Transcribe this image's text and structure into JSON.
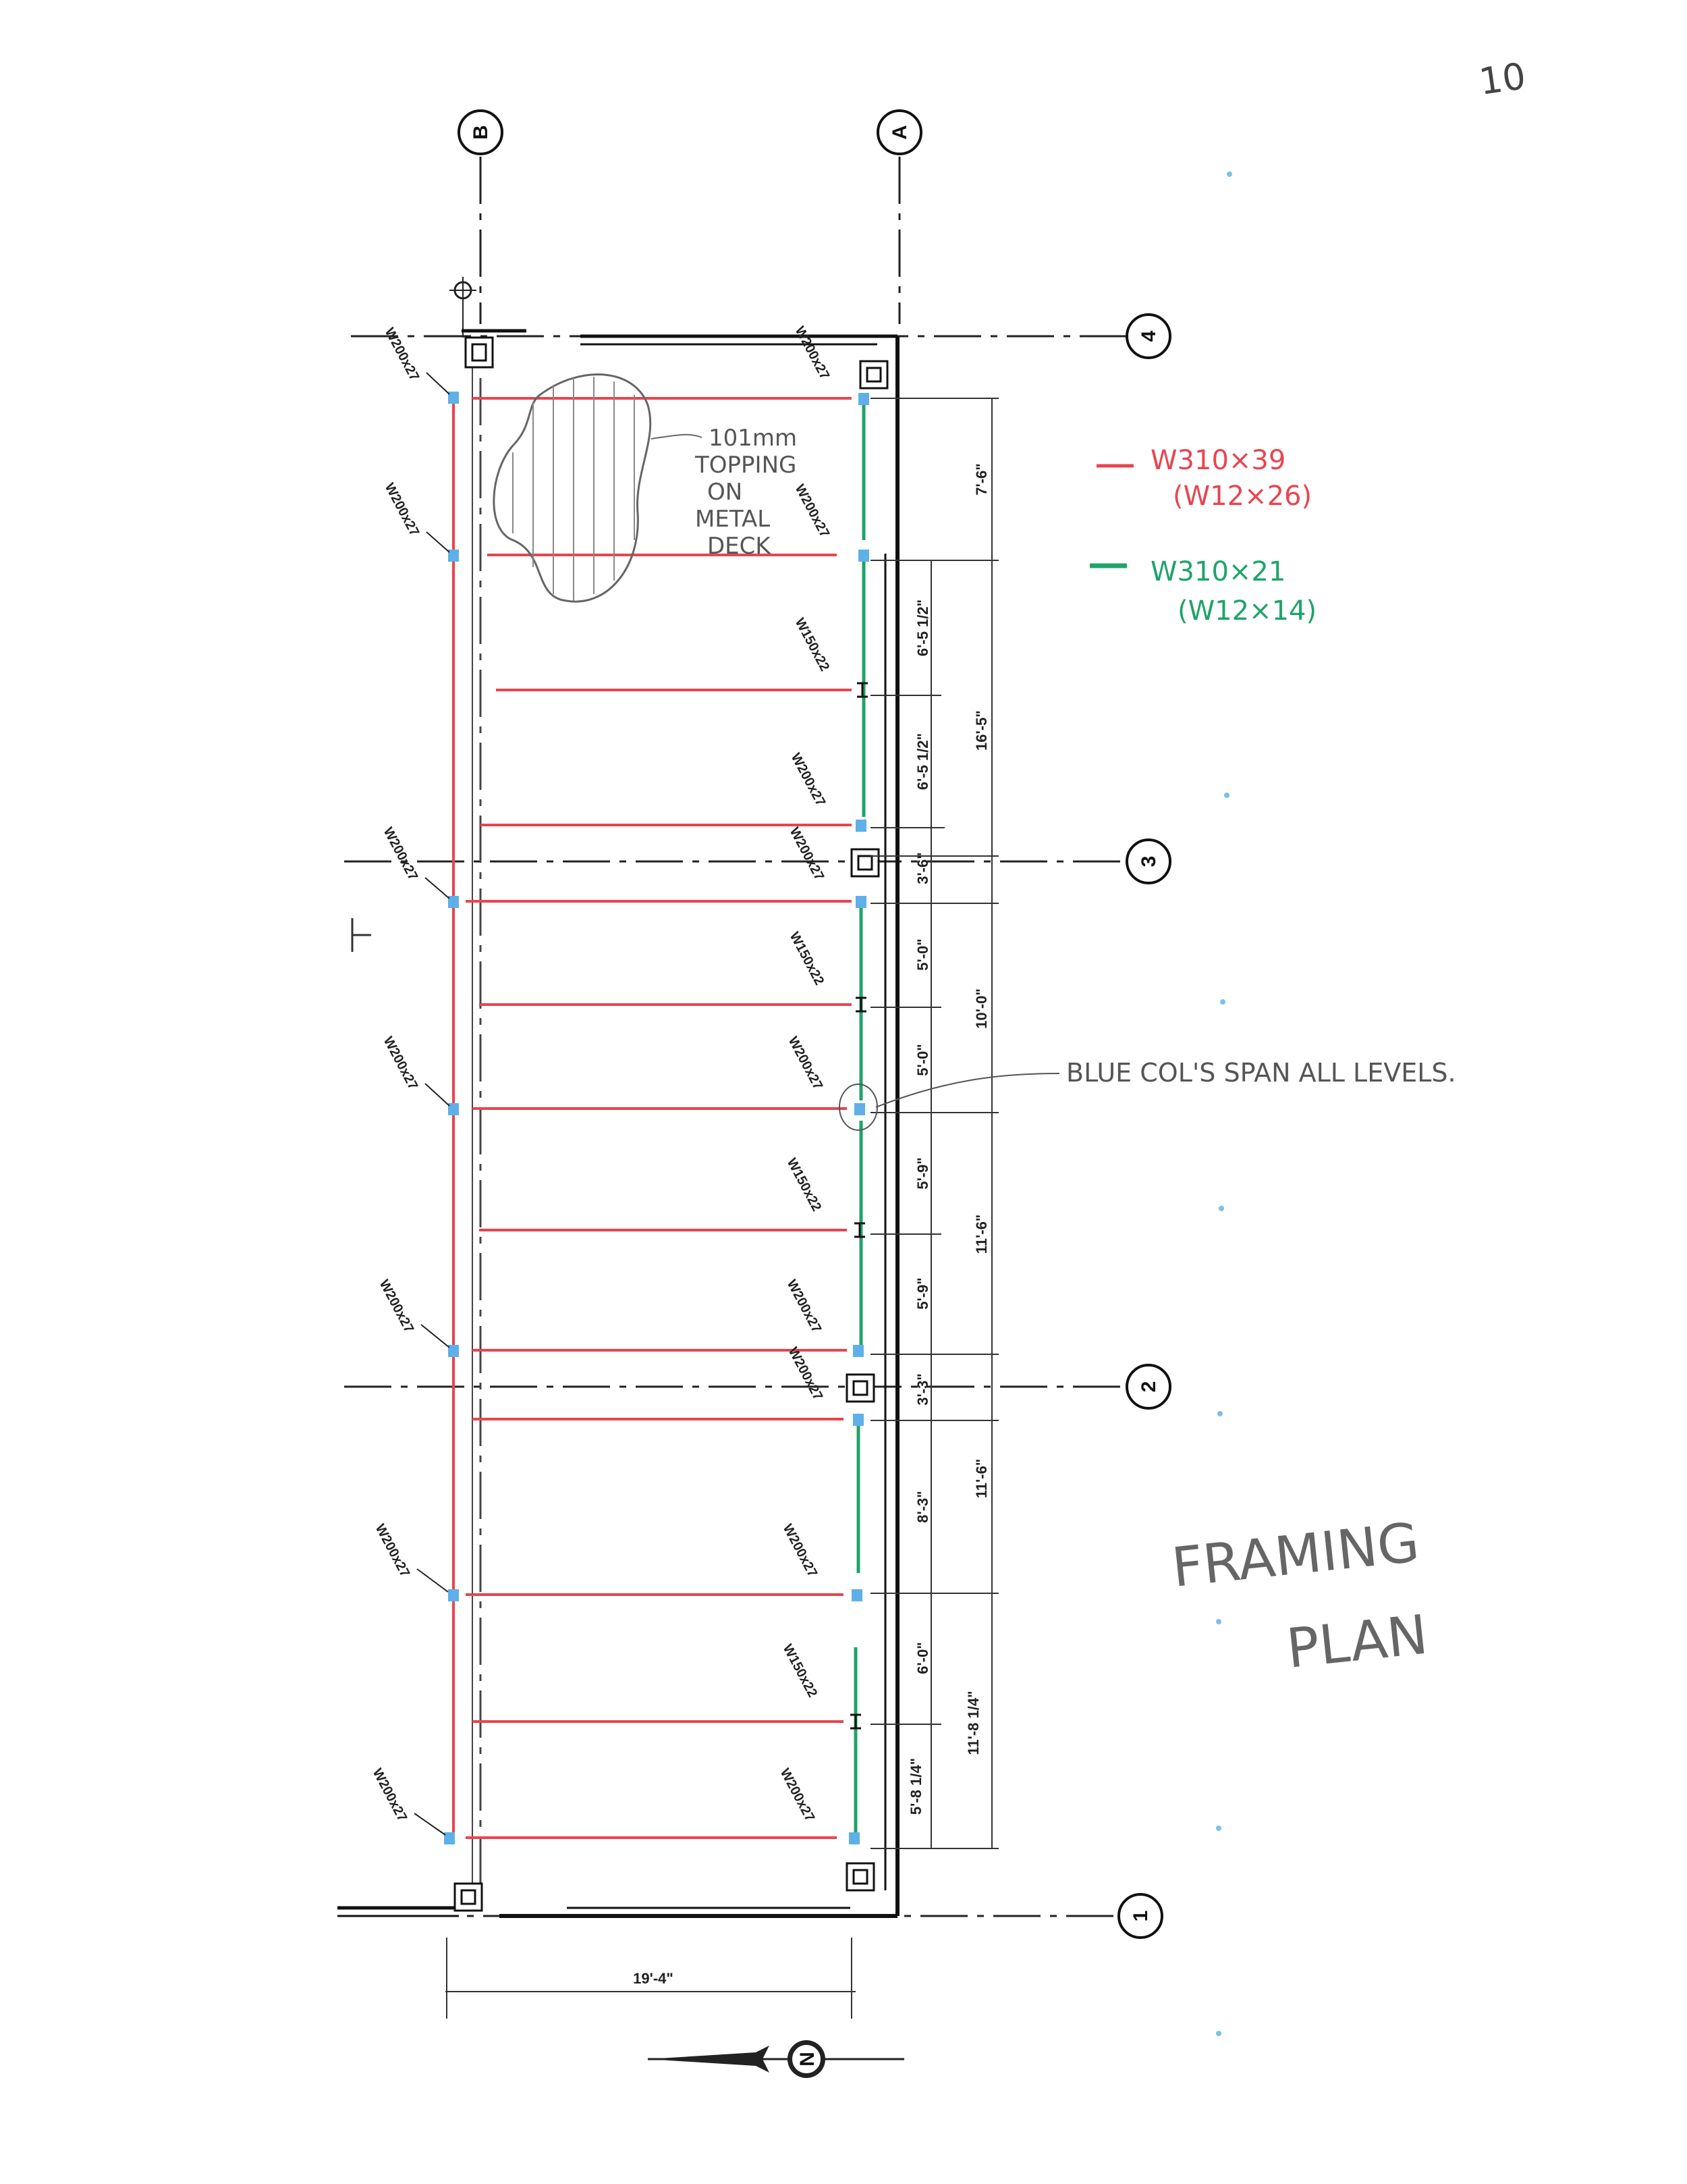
{
  "sheet": {
    "page_number": "10",
    "title_line1": "FRAMING",
    "title_line2": "PLAN"
  },
  "grid": {
    "lines_vertical": [
      "B",
      "A"
    ],
    "lines_horizontal": [
      "4",
      "3",
      "2",
      "1"
    ]
  },
  "legend": {
    "red": {
      "line1": "W310×39",
      "line2": "(W12×26)",
      "color": "#e8454f"
    },
    "green": {
      "line1": "W310×21",
      "line2": "(W12×14)",
      "color": "#1fa36a"
    }
  },
  "notes": {
    "deck_line1": "101mm",
    "deck_line2": "TOPPING",
    "deck_line3": "ON",
    "deck_line4": "METAL",
    "deck_line5": "DECK",
    "columns": "BLUE COL'S SPAN ALL LEVELS."
  },
  "members": {
    "left": [
      "W200x27",
      "W200x27",
      "W200x27",
      "W200x27",
      "W200x27",
      "W200x27",
      "W200x27"
    ],
    "right": [
      "W200x27",
      "W200x27",
      "W150x22",
      "W200x27",
      "W200x27",
      "W150x22",
      "W200x27",
      "W150x22",
      "W200x27",
      "W200x27",
      "W200x27",
      "W150x22",
      "W200x27"
    ]
  },
  "dimensions": {
    "inner": [
      "6'-5 1/2\"",
      "6'-5 1/2\"",
      "3'-6\"",
      "5'-0\"",
      "5'-0\"",
      "5'-9\"",
      "5'-9\"",
      "3'-3\"",
      "8'-3\"",
      "6'-0\"",
      "5'-8 1/4\""
    ],
    "outer": [
      "7'-6\"",
      "16'-5\"",
      "10'-0\"",
      "11'-6\"",
      "11'-6\"",
      "11'-8 1/4\""
    ],
    "bottom": "19'-4\""
  },
  "north_arrow": {
    "label": "N"
  }
}
